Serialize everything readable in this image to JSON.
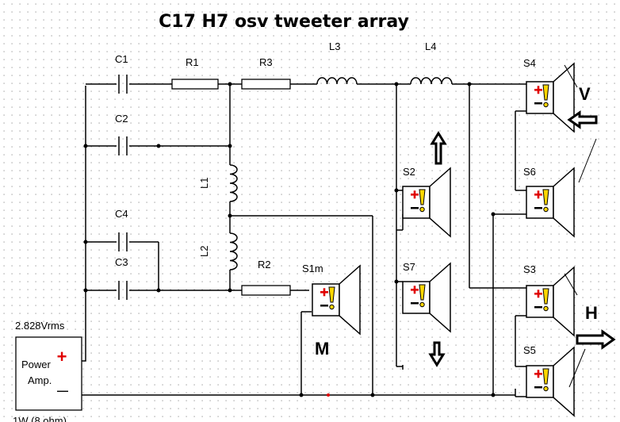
{
  "title": "C17 H7 osv tweeter array",
  "components": {
    "c1": "C1",
    "c2": "C2",
    "c3": "C3",
    "c4": "C4",
    "r1": "R1",
    "r2": "R2",
    "r3": "R3",
    "l1": "L1",
    "l2": "L2",
    "l3": "L3",
    "l4": "L4"
  },
  "speakers": {
    "s1m": "S1m",
    "s2": "S2",
    "s3": "S3",
    "s4": "S4",
    "s5": "S5",
    "s6": "S6",
    "s7": "S7"
  },
  "source": {
    "voltage": "2.828Vrms",
    "name_line1": "Power",
    "name_line2": "Amp.",
    "power_note": "1W (8 ohm)",
    "plus": "+",
    "minus": "—"
  },
  "group_labels": {
    "v": "V",
    "h": "H",
    "m": "M"
  },
  "colors": {
    "dots": "#9a9a9a",
    "plus": "#e00000",
    "warning": "#ffd700",
    "wire": "#000000"
  }
}
